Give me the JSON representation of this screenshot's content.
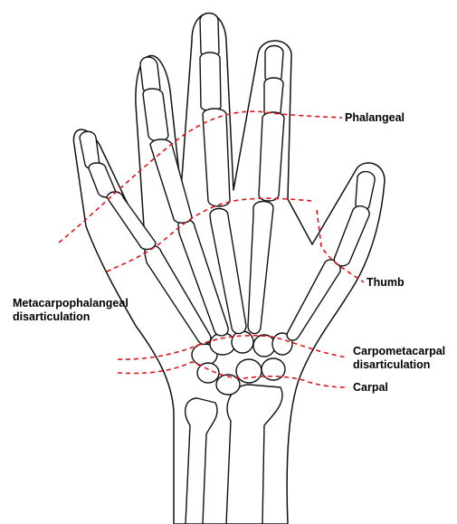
{
  "diagram": {
    "line_color": "#111111",
    "dash_color": "#e0161b",
    "labels": {
      "phalangeal": "Phalangeal",
      "thumb": "Thumb",
      "mcp_line1": "Metacarpophalangeal",
      "mcp_line2": "disarticulation",
      "cmc_line1": "Carpometacarpal",
      "cmc_line2": "disarticulation",
      "carpal": "Carpal"
    }
  }
}
